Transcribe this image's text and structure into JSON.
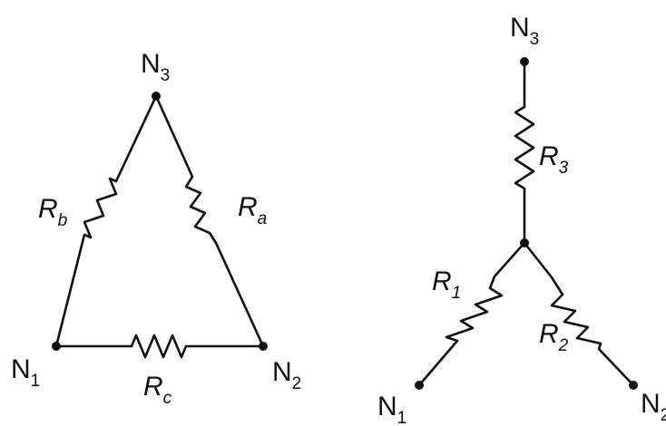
{
  "delta": {
    "nodes": [
      {
        "id": "n3",
        "label": "N",
        "sub": "3"
      },
      {
        "id": "n1",
        "label": "N",
        "sub": "1"
      },
      {
        "id": "n2",
        "label": "N",
        "sub": "2"
      }
    ],
    "resistors": [
      {
        "id": "rb",
        "label": "R",
        "sub": "b"
      },
      {
        "id": "ra",
        "label": "R",
        "sub": "a"
      },
      {
        "id": "rc",
        "label": "R",
        "sub": "c"
      }
    ]
  },
  "wye": {
    "nodes": [
      {
        "id": "n3",
        "label": "N",
        "sub": "3"
      },
      {
        "id": "n1",
        "label": "N",
        "sub": "1"
      },
      {
        "id": "n2",
        "label": "N",
        "sub": "2"
      }
    ],
    "resistors": [
      {
        "id": "r3",
        "label": "R",
        "sub": "3"
      },
      {
        "id": "r1",
        "label": "R",
        "sub": "1"
      },
      {
        "id": "r2",
        "label": "R",
        "sub": "2"
      }
    ]
  }
}
